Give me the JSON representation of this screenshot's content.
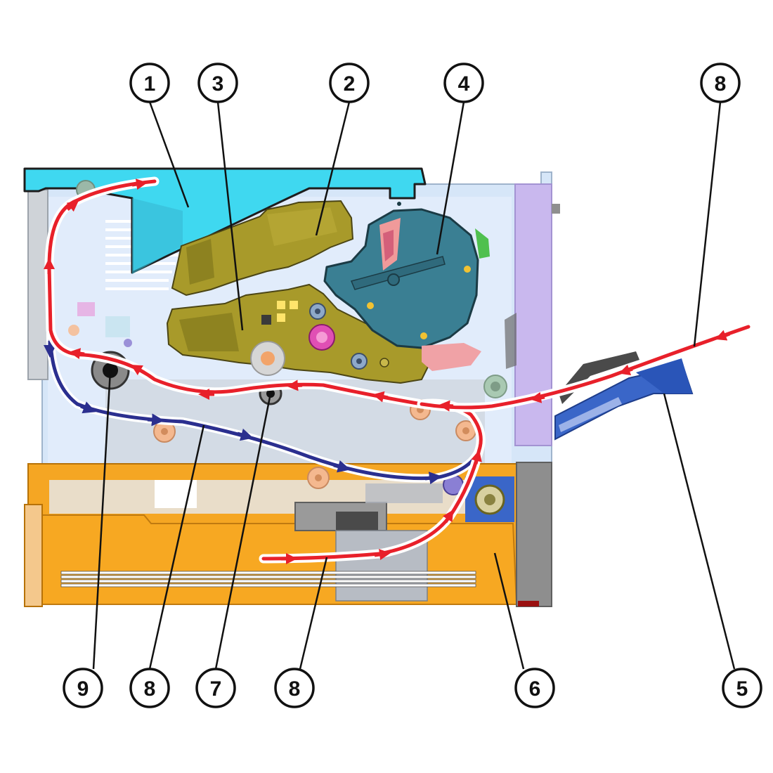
{
  "callouts": {
    "c1": "1",
    "c3": "3",
    "c2": "2",
    "c4": "4",
    "c8_top": "8",
    "c9": "9",
    "c8_left": "8",
    "c7": "7",
    "c8_mid": "8",
    "c6": "6",
    "c5": "5"
  },
  "colors": {
    "paper_path_red": "#e8202a",
    "duplex_path_blue": "#2b2f8f",
    "top_cover": "#3fd8f0",
    "toner_cartridge": "#a89a2a",
    "fuser_teal": "#3a7f93",
    "tray_orange": "#f5a623",
    "mp_feeder_blue": "#3a66c8",
    "frame_light_blue": "#cfe0f5",
    "right_panel_lavender": "#c9b8ee"
  }
}
